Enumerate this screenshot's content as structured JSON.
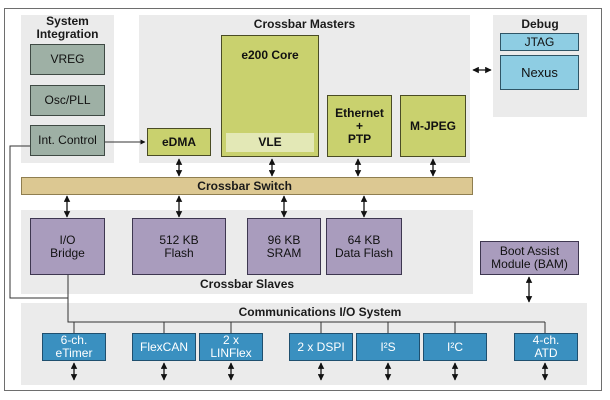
{
  "diagram": {
    "regions": {
      "system_integration": "System\nIntegration",
      "crossbar_masters": "Crossbar Masters",
      "debug": "Debug",
      "crossbar_slaves": "Crossbar Slaves",
      "comm_io": "Communications I/O System"
    },
    "system_integration": [
      "VREG",
      "Osc/PLL",
      "Int. Control"
    ],
    "masters": {
      "edma": "eDMA",
      "core": "e200 Core",
      "vle": "VLE",
      "ethernet": "Ethernet\n+\nPTP",
      "mjpeg": "M-JPEG"
    },
    "debug": [
      "JTAG",
      "Nexus"
    ],
    "crossbar_switch": "Crossbar Switch",
    "slaves": {
      "io_bridge": "I/O\nBridge",
      "flash": "512 KB\nFlash",
      "sram": "96 KB\nSRAM",
      "data_flash": "64 KB\nData Flash"
    },
    "bam": "Boot Assist\nModule (BAM)",
    "io_peripherals": [
      "6-ch.\neTimer",
      "FlexCAN",
      "2 x\nLINFlex",
      "2 x DSPI",
      "I²S",
      "I²C",
      "4-ch.\nATD"
    ],
    "colors": {
      "system": "#9eb0a5",
      "master": "#c9d16e",
      "slave": "#a99cbd",
      "debug": "#8ecde3",
      "io": "#3a90c0",
      "switch": "#dcc892",
      "region": "#ebebeb"
    }
  }
}
